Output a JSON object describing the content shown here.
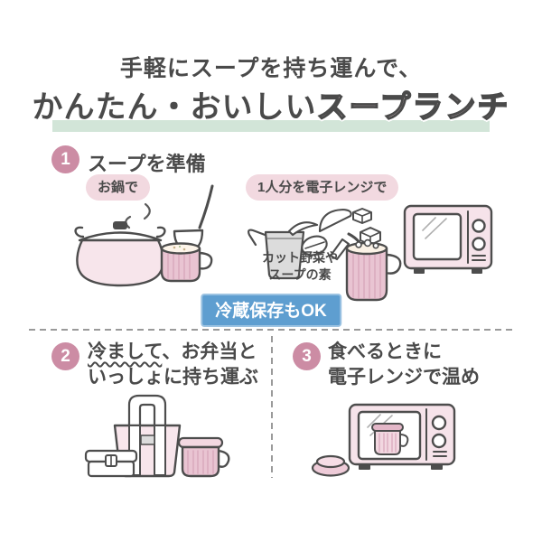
{
  "header": {
    "subtitle": "手軽にスープを持ち運んで、",
    "title_dark": "かんたん・おいしい",
    "title_pink": "スープランチ"
  },
  "step1": {
    "number": "1",
    "title": "スープを準備",
    "badge_pot": "お鍋で",
    "badge_range": "1人分を電子レンジで",
    "caption_line1": "カット野菜や",
    "caption_line2": "スープの素",
    "note": "冷蔵保存もOK"
  },
  "step2": {
    "number": "2",
    "line1_wavy": "冷まして",
    "line1_rest": "、お弁当と",
    "line2": "いっしょに持ち運ぶ"
  },
  "step3": {
    "number": "3",
    "line1": "食べるときに",
    "line2": "電子レンジで温め"
  },
  "colors": {
    "text_dark": "#4a4a4a",
    "title_pink_fill": "#f5d8e1",
    "mint_underline": "#d2e5d8",
    "number_circle_pink": "#cc8ca4",
    "pill_pink_bg": "#f2d9e0",
    "note_blue_bg": "#5e9ed0",
    "note_blue_border": "#9cc3e2",
    "illustration_pink": "#f6e3ea",
    "mug_pink": "#e9c4d2",
    "mug_stripe_pink": "#d9a9bd",
    "cup_gray": "#dcdcdc",
    "divider_gray": "#9a9a9a"
  }
}
